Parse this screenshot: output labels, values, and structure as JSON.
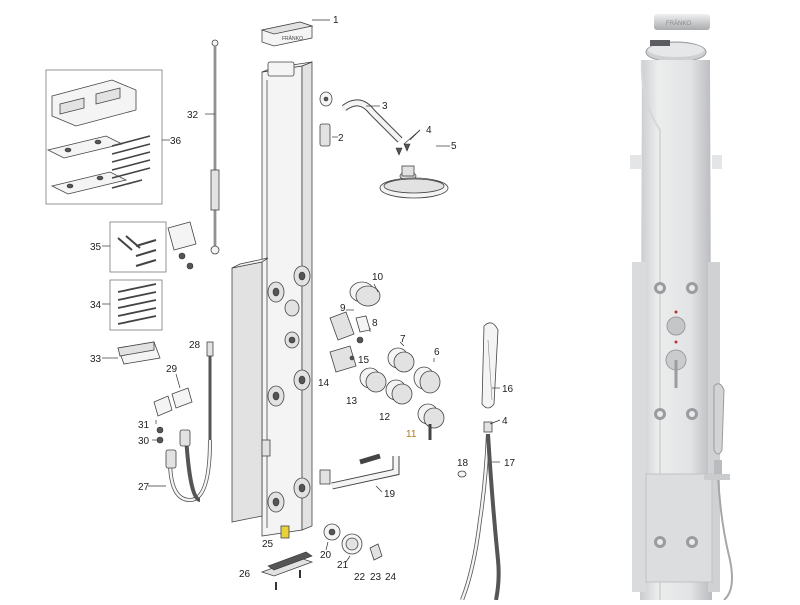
{
  "brand_text": "FRÄNKO",
  "part_numbers": [
    "1",
    "2",
    "3",
    "4",
    "5",
    "6",
    "7",
    "8",
    "9",
    "10",
    "11",
    "12",
    "13",
    "14",
    "15",
    "16",
    "17",
    "18",
    "19",
    "20",
    "21",
    "22",
    "23",
    "24",
    "25",
    "26",
    "27",
    "28",
    "29",
    "30",
    "31",
    "32",
    "33",
    "34",
    "35",
    "36"
  ],
  "second_label_4": "4",
  "colors": {
    "outline": "#333333",
    "highlight_label": "#b07a1f",
    "highlight_part": "#e8d23a",
    "panel_photo": "#e6e7e9"
  },
  "icons": [
    "shower-panel-photo",
    "rain-shower-head-icon",
    "hand-shower-icon",
    "mixer-knob-icon",
    "body-jet-icon"
  ]
}
